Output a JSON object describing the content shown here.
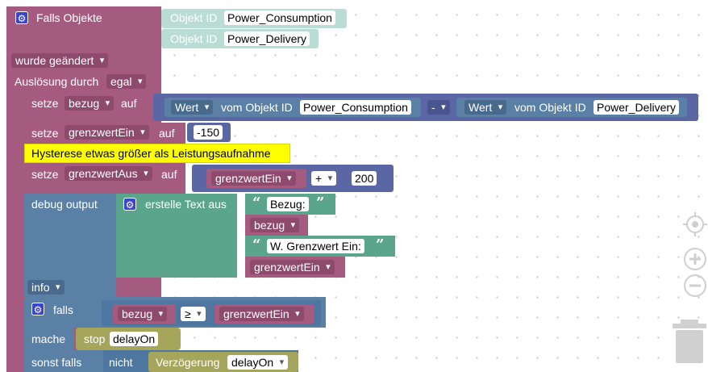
{
  "trigger": {
    "title": "Falls Objekte",
    "objects": [
      {
        "label": "Objekt ID",
        "value": "Power_Consumption"
      },
      {
        "label": "Objekt ID",
        "value": "Power_Delivery"
      }
    ],
    "changed_dd": "wurde geändert",
    "trigger_label": "Auslösung durch",
    "trigger_dd": "egal"
  },
  "set1": {
    "setze": "setze",
    "var": "bezug",
    "auf": "auf",
    "left": {
      "dd": "Wert",
      "label": "vom Objekt ID",
      "obj": "Power_Consumption"
    },
    "op": "-",
    "right": {
      "dd": "Wert",
      "label": "vom Objekt ID",
      "obj": "Power_Delivery"
    }
  },
  "set2": {
    "setze": "setze",
    "var": "grenzwertEin",
    "auf": "auf",
    "value": "-150"
  },
  "comment": "Hysterese etwas größer als Leistungsaufnahme",
  "set3": {
    "setze": "setze",
    "var": "grenzwertAus",
    "auf": "auf",
    "left": "grenzwertEin",
    "op": "+",
    "value": "200"
  },
  "debug": {
    "label": "debug output",
    "text_label": "erstelle Text aus",
    "parts": [
      {
        "type": "text",
        "value": "Bezug:"
      },
      {
        "type": "var",
        "value": "bezug"
      },
      {
        "type": "text",
        "value": "W. Grenzwert Ein:"
      },
      {
        "type": "var",
        "value": "grenzwertEin"
      }
    ],
    "level": "info"
  },
  "if": {
    "falls": "falls",
    "left": "bezug",
    "op": "≥",
    "right": "grenzwertEin",
    "mache": "mache",
    "stop": "stop",
    "stop_val": "delayOn",
    "sonst": "sonst falls",
    "nicht": "nicht",
    "delay_label": "Verzögerung",
    "delay_val": "delayOn"
  },
  "icons": {
    "gear": "gear-icon",
    "target": "center-target-icon",
    "zoom_in": "zoom-in-icon",
    "zoom_out": "zoom-out-icon",
    "trash": "trash-icon"
  },
  "colors": {
    "event": "#a55b80",
    "objects": "#b9dcd4",
    "math": "#5b67a5",
    "debug": "#5b80a5",
    "text": "#5ba58c",
    "timer": "#a5a55b",
    "comment": "#ffff00"
  }
}
